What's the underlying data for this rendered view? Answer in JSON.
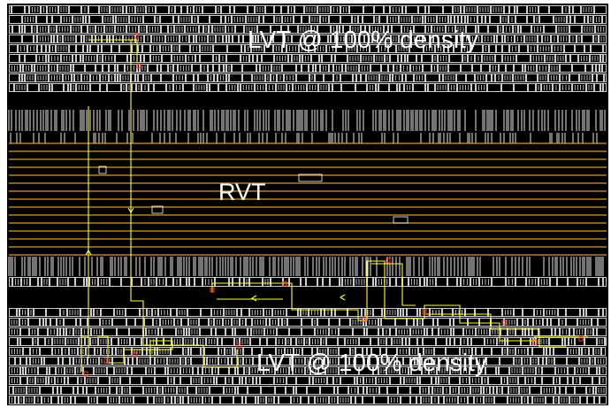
{
  "labels": {
    "top_region": "LVT @ 100% density",
    "middle_region": "RVT",
    "bottom_region": "LVT @ 100% density"
  },
  "colors": {
    "background": "#000000",
    "cells": "#ffffff",
    "power_rails": "#d99a2b",
    "signal_route": "#ffff33",
    "pin_markers": "#ff3b1f",
    "frame": "#ffffff"
  }
}
